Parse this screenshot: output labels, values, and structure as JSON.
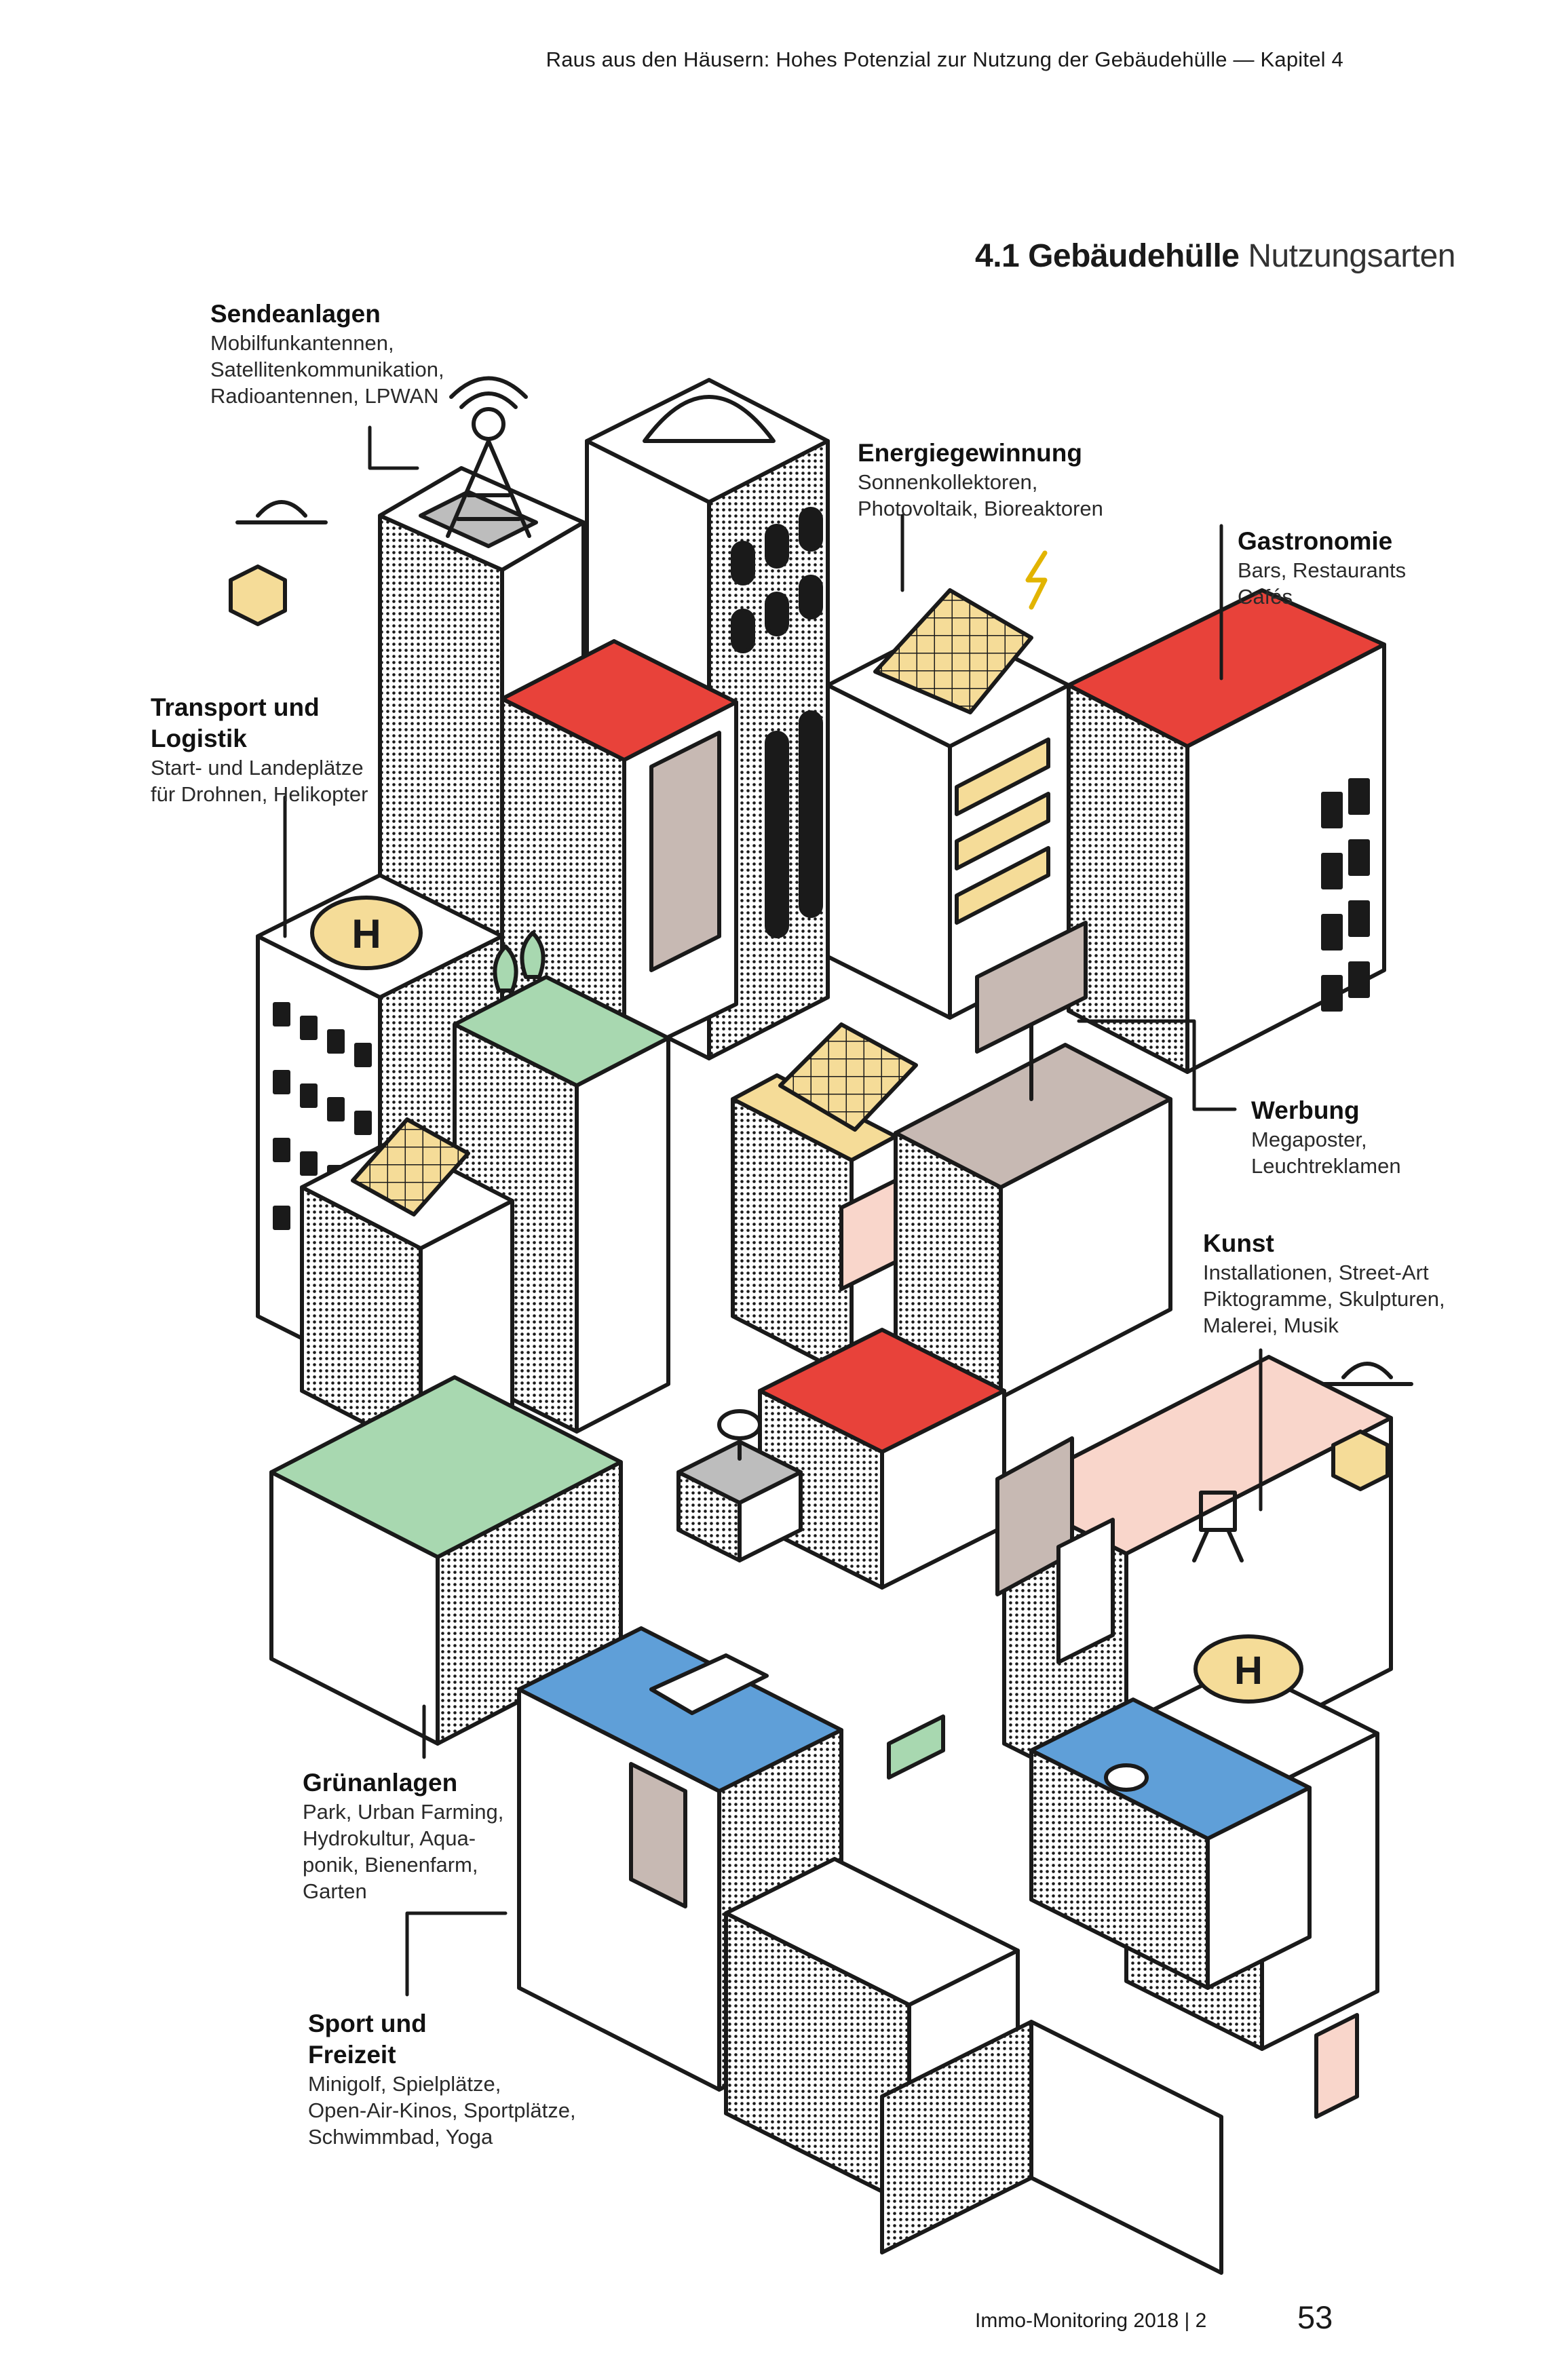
{
  "header": {
    "running_title": "Raus aus den Häusern: Hohes Potenzial zur Nutzung der Gebäudehülle — Kapitel 4"
  },
  "figure": {
    "title_bold": "4.1 Gebäudehülle",
    "title_light": "Nutzungsarten"
  },
  "labels": [
    {
      "key": "sendeanlagen",
      "heading": "Sendeanlagen",
      "detail": "Mobilfunkantennen,\nSatellitenkommunikation,\nRadioantennen, LPWAN"
    },
    {
      "key": "energie",
      "heading": "Energiegewinnung",
      "detail": "Sonnenkollektoren,\nPhotovoltaik, Bioreaktoren"
    },
    {
      "key": "gastronomie",
      "heading": "Gastronomie",
      "detail": "Bars, Restaurants\nCafés"
    },
    {
      "key": "transport",
      "heading": "Transport und\nLogistik",
      "detail": "Start- und Landeplätze\nfür Drohnen, Helikopter"
    },
    {
      "key": "werbung",
      "heading": "Werbung",
      "detail": "Megaposter,\nLeuchtreklamen"
    },
    {
      "key": "kunst",
      "heading": "Kunst",
      "detail": "Installationen, Street-Art\nPiktogramme, Skulpturen,\nMalerei, Musik"
    },
    {
      "key": "gruen",
      "heading": "Grünanlagen",
      "detail": "Park, Urban Farming,\nHydrokultur, Aqua-\nponik, Bienenfarm,\nGarten"
    },
    {
      "key": "sport",
      "heading": "Sport und\nFreizeit",
      "detail": "Minigolf, Spielplätze,\nOpen-Air-Kinos, Sportplätze,\nSchwimmbad, Yoga"
    }
  ],
  "icons": {
    "helipad_letter": "H"
  },
  "colors": {
    "gastro_red": "#e8423a",
    "green_roof": "#a8d8b0",
    "solar_yellow": "#f5dc98",
    "pool_blue": "#5f9fd8",
    "art_pink": "#f9d6cb",
    "ad_taupe": "#c7b9b3",
    "ink": "#1a1a1a"
  },
  "footer": {
    "publication": "Immo-Monitoring 2018 | 2",
    "page_number": "53"
  }
}
